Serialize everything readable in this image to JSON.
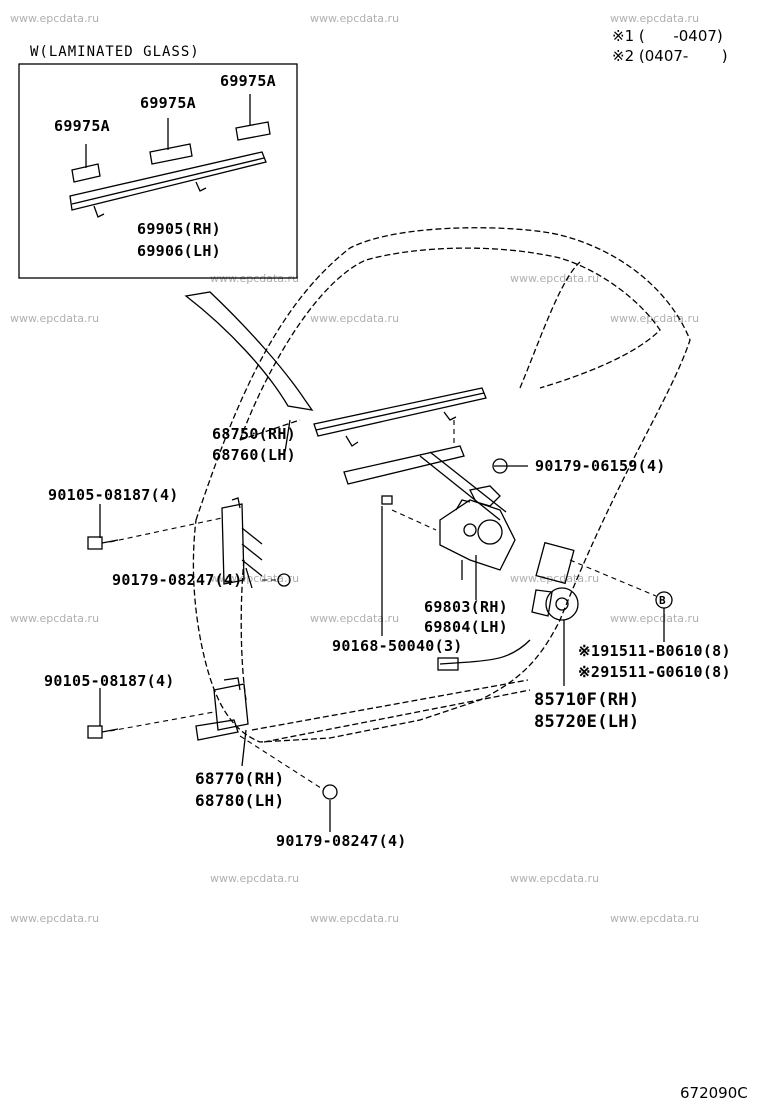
{
  "watermark_text": "www.epcdata.ru",
  "notes": {
    "note1": "※1 (      -0407)",
    "note2": "※2 (0407-       )"
  },
  "inset": {
    "title": "W(LAMINATED GLASS)",
    "part_a1": "69975A",
    "part_a2": "69975A",
    "part_a3": "69975A",
    "channel_rh": "69905(RH)",
    "channel_lh": "69906(LH)"
  },
  "parts": {
    "p68750": "68750(RH)",
    "p68760": "68760(LH)",
    "p90179_06159": "90179-06159(4)",
    "p90105_upper": "90105-08187(4)",
    "p90179_upper": "90179-08247(4)",
    "p69803": "69803(RH)",
    "p69804": "69804(LH)",
    "p90168": "90168-50040(3)",
    "p191511": "※191511-B0610(8)",
    "p291511": "※291511-G0610(8)",
    "p90105_lower": "90105-08187(4)",
    "p85710": "85710F(RH)",
    "p85720": "85720E(LH)",
    "p68770": "68770(RH)",
    "p68780": "68780(LH)",
    "p90179_lower": "90179-08247(4)",
    "callout_b": "B"
  },
  "diagram_number": "672090C"
}
